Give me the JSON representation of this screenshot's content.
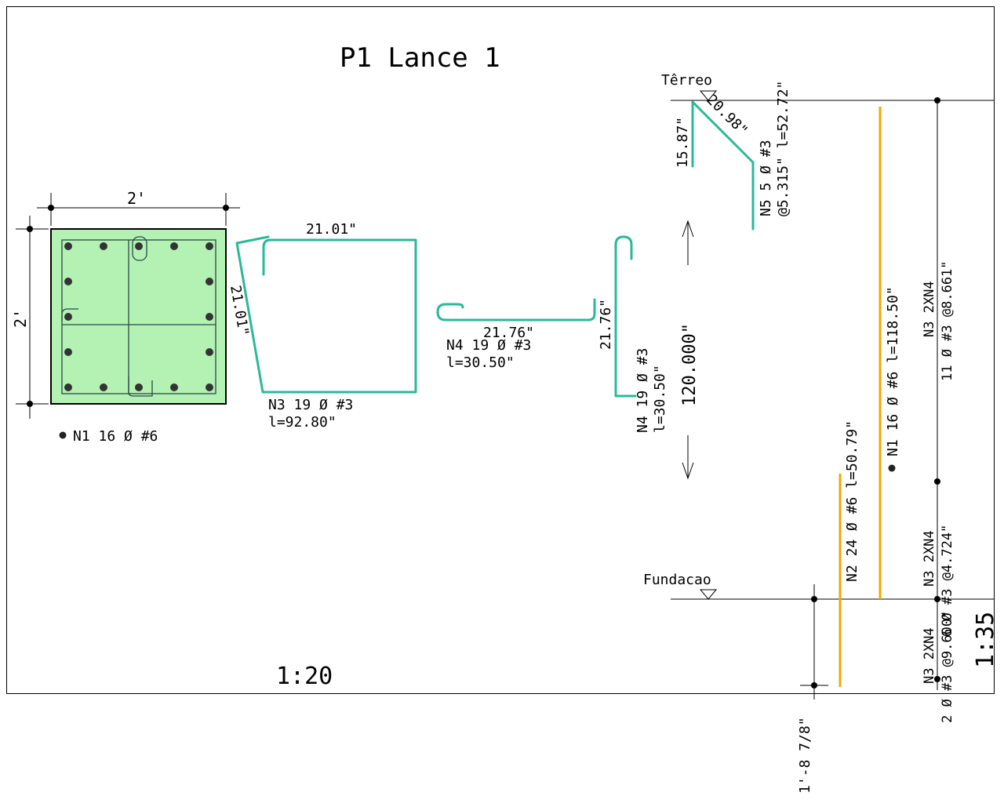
{
  "title": "P1 Lance 1",
  "section": {
    "width_label": "2'",
    "height_label": "2'",
    "fill_color": "#b3f2b3",
    "legend": "N1  16 Ø #6"
  },
  "n3_detail": {
    "top_length": "21.01\"",
    "side_length": "21.01\"",
    "label": "N3  19 Ø #3",
    "length": "l=92.80\""
  },
  "n4_detail": {
    "length_label": "21.76\"",
    "label": "N4  19 Ø #3",
    "length": "l=30.50\""
  },
  "n4_vertical": {
    "length_label": "21.76\"",
    "label": "N4  19 Ø #3",
    "length": "l=30.50\""
  },
  "levels": {
    "top": "Têrreo",
    "bottom": "Fundacao"
  },
  "n5": {
    "left_length": "15.87\"",
    "diag_length": "20.98\"",
    "line1": "N5  5 Ø #3",
    "line2": "@5.315\" l=52.72\""
  },
  "height_label": "120.000\"",
  "n1_elevation": "N1  16 Ø #6  l=118.50\"",
  "n2_elevation": "N2  24 Ø #6  l=50.79\"",
  "n3_upper": {
    "line1": "N3  2XN4",
    "line2": "11 Ø #3 @8.661\""
  },
  "n3_middle": {
    "line1": "N3  2XN4",
    "line2": "6 Ø #3 @4.724\""
  },
  "n3_lower": {
    "line1": "N3  2XN4",
    "line2": "2 Ø #3 @9.600\""
  },
  "foundation_depth": "1'-8 7/8\"",
  "scale_left": "1:20",
  "scale_right": "1:35",
  "colors": {
    "bar": "#2bb89a",
    "elevation_bar": "#f2a900",
    "section_fill": "#b3f2b3"
  }
}
